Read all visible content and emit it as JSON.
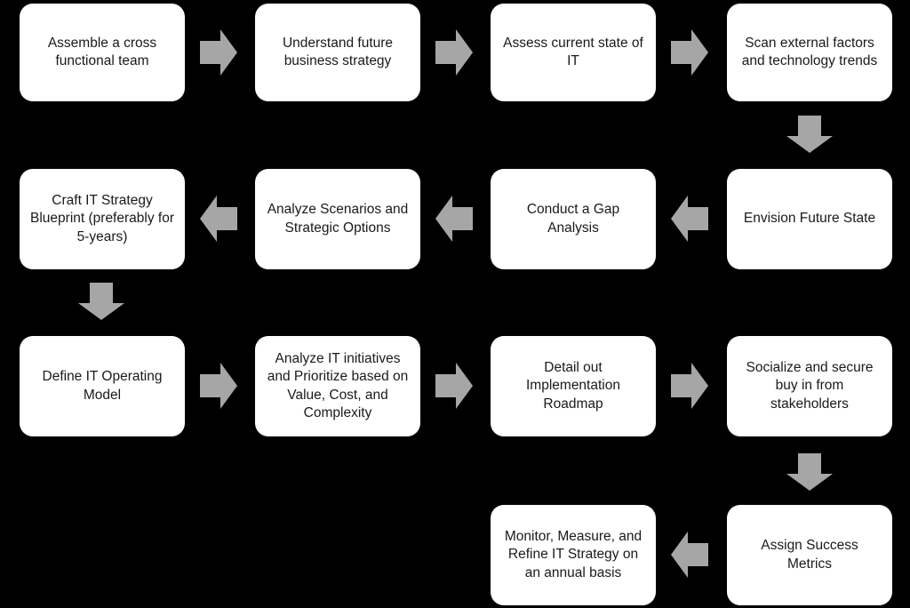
{
  "diagram": {
    "type": "flowchart",
    "background_color": "#000000",
    "node_fill": "#ffffff",
    "node_text_color": "#1a1a1a",
    "arrow_color": "#a6a6a6",
    "steps": [
      {
        "id": 1,
        "label": "Assemble a cross functional team"
      },
      {
        "id": 2,
        "label": "Understand future business strategy"
      },
      {
        "id": 3,
        "label": "Assess current state of IT"
      },
      {
        "id": 4,
        "label": "Scan external factors and technology trends"
      },
      {
        "id": 5,
        "label": "Envision Future State"
      },
      {
        "id": 6,
        "label": "Conduct a Gap Analysis"
      },
      {
        "id": 7,
        "label": "Analyze Scenarios and Strategic Options"
      },
      {
        "id": 8,
        "label": "Craft IT Strategy Blueprint (preferably for 5-years)"
      },
      {
        "id": 9,
        "label": "Define IT Operating Model"
      },
      {
        "id": 10,
        "label": "Analyze IT initiatives and Prioritize based on Value, Cost, and Complexity"
      },
      {
        "id": 11,
        "label": "Detail out Implementation Roadmap"
      },
      {
        "id": 12,
        "label": "Socialize and secure buy in from stakeholders"
      },
      {
        "id": 13,
        "label": "Assign Success Metrics"
      },
      {
        "id": 14,
        "label": "Monitor, Measure, and Refine IT Strategy on an annual basis"
      }
    ],
    "edges": [
      {
        "from": 1,
        "to": 2,
        "direction": "right"
      },
      {
        "from": 2,
        "to": 3,
        "direction": "right"
      },
      {
        "from": 3,
        "to": 4,
        "direction": "right"
      },
      {
        "from": 4,
        "to": 5,
        "direction": "down"
      },
      {
        "from": 5,
        "to": 6,
        "direction": "left"
      },
      {
        "from": 6,
        "to": 7,
        "direction": "left"
      },
      {
        "from": 7,
        "to": 8,
        "direction": "left"
      },
      {
        "from": 8,
        "to": 9,
        "direction": "down"
      },
      {
        "from": 9,
        "to": 10,
        "direction": "right"
      },
      {
        "from": 10,
        "to": 11,
        "direction": "right"
      },
      {
        "from": 11,
        "to": 12,
        "direction": "right"
      },
      {
        "from": 12,
        "to": 13,
        "direction": "down"
      },
      {
        "from": 13,
        "to": 14,
        "direction": "left"
      }
    ]
  }
}
